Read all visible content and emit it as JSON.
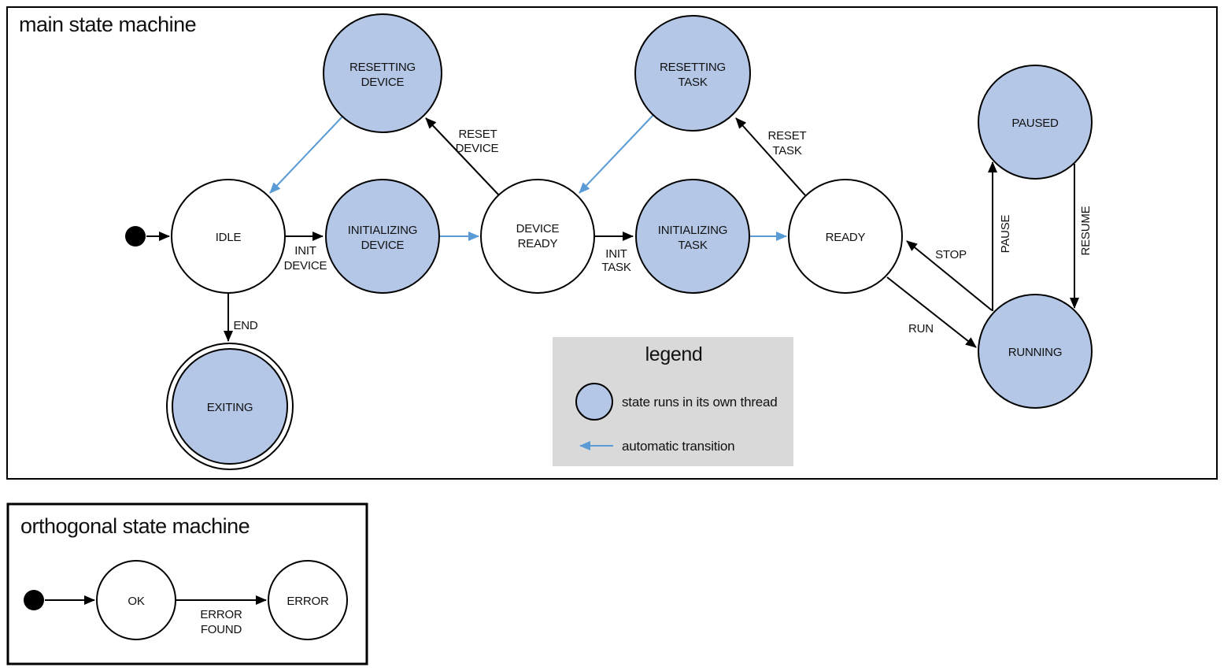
{
  "colors": {
    "threaded_state_fill": "#b4c7e7",
    "plain_state_fill": "#ffffff",
    "automatic_transition_arrow": "#5b9bd5",
    "normal_arrow": "#000000",
    "legend_background": "#d9d9d9",
    "outline": "#000000",
    "text": "#111111",
    "background": "#ffffff"
  },
  "main": {
    "title": "main state machine",
    "states": {
      "idle": {
        "label": "IDLE"
      },
      "initializing_device": {
        "line1": "INITIALIZING",
        "line2": "DEVICE"
      },
      "device_ready": {
        "line1": "DEVICE",
        "line2": "READY"
      },
      "initializing_task": {
        "line1": "INITIALIZING",
        "line2": "TASK"
      },
      "ready": {
        "label": "READY"
      },
      "resetting_device": {
        "line1": "RESETTING",
        "line2": "DEVICE"
      },
      "resetting_task": {
        "line1": "RESETTING",
        "line2": "TASK"
      },
      "paused": {
        "label": "PAUSED"
      },
      "running": {
        "label": "RUNNING"
      },
      "exiting": {
        "label": "EXITING"
      }
    },
    "transitions": {
      "init_device": {
        "line1": "INIT",
        "line2": "DEVICE"
      },
      "init_task": {
        "line1": "INIT",
        "line2": "TASK"
      },
      "reset_device": {
        "line1": "RESET",
        "line2": "DEVICE"
      },
      "reset_task": {
        "line1": "RESET",
        "line2": "TASK"
      },
      "end": {
        "label": "END"
      },
      "run": {
        "label": "RUN"
      },
      "stop": {
        "label": "STOP"
      },
      "pause": {
        "label": "PAUSE"
      },
      "resume": {
        "label": "RESUME"
      }
    }
  },
  "legend": {
    "title": "legend",
    "items": {
      "threaded_state": "state runs in its own thread",
      "automatic_transition": "automatic transition"
    }
  },
  "orthogonal": {
    "title": "orthogonal state machine",
    "states": {
      "ok": {
        "label": "OK"
      },
      "error": {
        "label": "ERROR"
      }
    },
    "transitions": {
      "error_found": {
        "line1": "ERROR",
        "line2": "FOUND"
      }
    }
  }
}
